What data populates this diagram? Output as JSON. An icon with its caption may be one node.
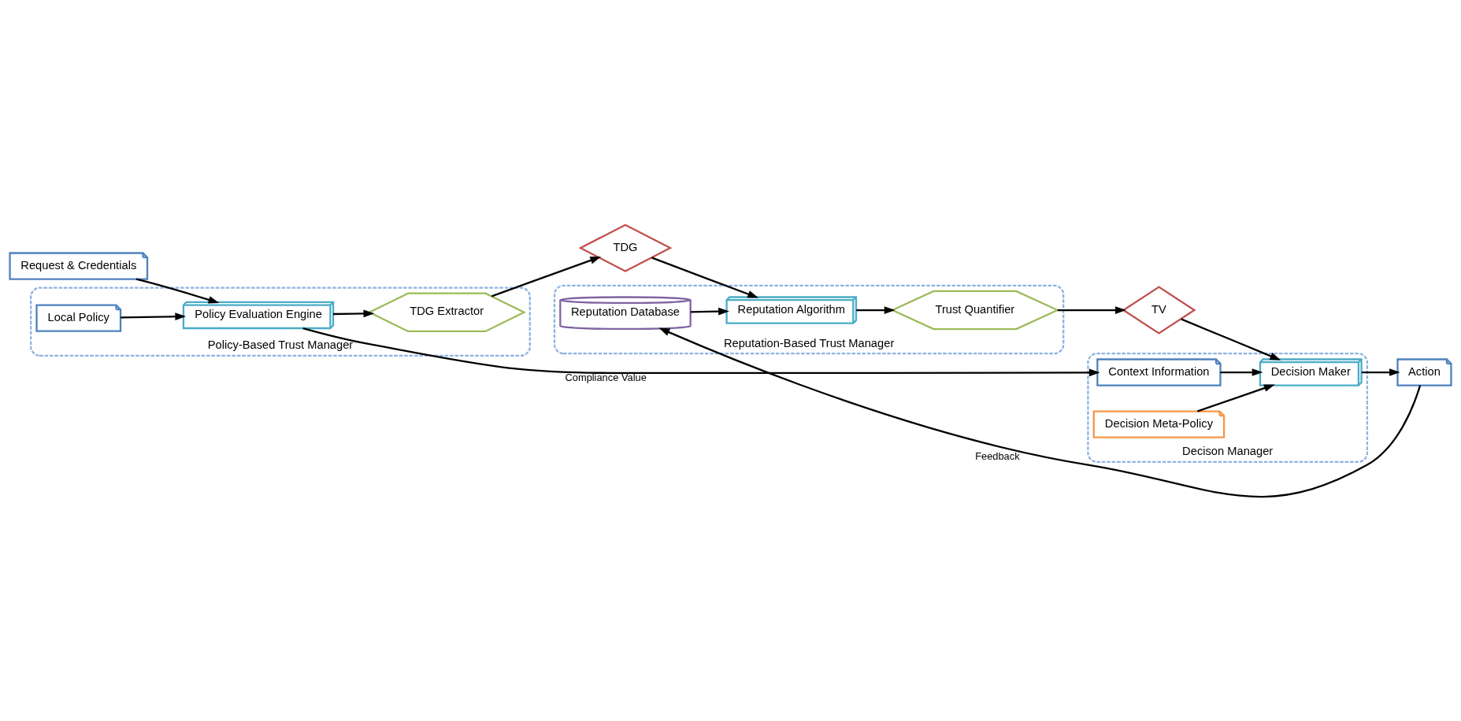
{
  "diagram": {
    "nodes": [
      {
        "text": [
          "Request & Credentials"
        ]
      },
      {
        "text": [
          "Policy-Based Trust Manager"
        ]
      },
      {
        "text": [
          "Local Policy"
        ],
        "in": 1
      },
      {
        "text": [
          "Policy Evaluation Engine"
        ],
        "in": 1
      },
      {
        "text": [
          "TDG Extractor"
        ],
        "in": 1
      },
      {
        "text": [
          "TDG"
        ]
      },
      {
        "text": [
          "Reputation-Based Trust Manager"
        ]
      },
      {
        "text": [
          "Trust Quantifier"
        ],
        "in": 6
      },
      {
        "text": [
          "Reputation Algorithm"
        ],
        "in": 6
      },
      {
        "text": [
          "Reputation Database"
        ],
        "in": 6
      },
      {
        "text": [
          "TV"
        ]
      },
      {
        "text": [
          "Decison Manager"
        ]
      },
      {
        "text": [
          "Context Information"
        ],
        "in": 11
      },
      {
        "text": [
          "Decision Maker"
        ],
        "in": 11
      },
      {
        "text": [
          "Decision Meta-Policy"
        ],
        "in": 11
      },
      {
        "text": [
          "Action"
        ]
      }
    ],
    "edges": [
      {
        "from": 0,
        "to": 3,
        "arrow": "to"
      },
      {
        "from": 2,
        "to": 3,
        "arrow": "to"
      },
      {
        "from": 3,
        "to": 4,
        "arrow": "to"
      },
      {
        "from": 4,
        "to": 5,
        "arrow": "to"
      },
      {
        "from": 5,
        "to": 8,
        "arrow": "to"
      },
      {
        "from": 9,
        "to": 8,
        "arrow": "to"
      },
      {
        "from": 8,
        "to": 7,
        "arrow": "to"
      },
      {
        "from": 7,
        "to": 10,
        "arrow": "to"
      },
      {
        "from": 10,
        "to": 13,
        "arrow": "to"
      },
      {
        "from": 3,
        "to": 12,
        "arrow": "to",
        "label": "Compliance Value"
      },
      {
        "from": 12,
        "to": 13,
        "arrow": "to"
      },
      {
        "from": 14,
        "to": 13,
        "arrow": "to"
      },
      {
        "from": 13,
        "to": 15,
        "arrow": "to"
      },
      {
        "from": 15,
        "to": 9,
        "arrow": "to",
        "label": "Feedback"
      }
    ]
  }
}
